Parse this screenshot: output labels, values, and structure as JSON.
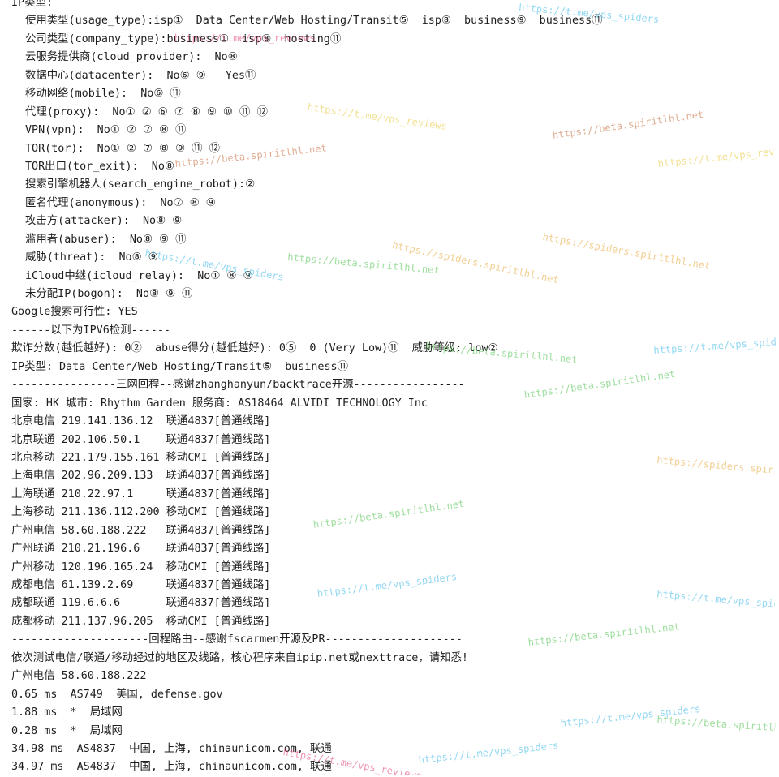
{
  "terminal": {
    "lines": [
      {
        "text": "IP类型:",
        "indent": false
      },
      {
        "text": "使用类型(usage_type):isp①  Data Center/Web Hosting/Transit⑤  isp⑧  business⑨  business⑪",
        "indent": true
      },
      {
        "text": "公司类型(company_type):business①  isp⑧  hosting⑪",
        "indent": true
      },
      {
        "text": "云服务提供商(cloud_provider):  No⑧",
        "indent": true
      },
      {
        "text": "数据中心(datacenter):  No⑥ ⑨   Yes⑪",
        "indent": true
      },
      {
        "text": "移动网络(mobile):  No⑥ ⑪",
        "indent": true
      },
      {
        "text": "代理(proxy):  No① ② ⑥ ⑦ ⑧ ⑨ ⑩ ⑪ ⑫",
        "indent": true
      },
      {
        "text": "VPN(vpn):  No① ② ⑦ ⑧ ⑪",
        "indent": true
      },
      {
        "text": "TOR(tor):  No① ② ⑦ ⑧ ⑨ ⑪ ⑫",
        "indent": true
      },
      {
        "text": "TOR出口(tor_exit):  No⑧",
        "indent": true
      },
      {
        "text": "搜索引擎机器人(search_engine_robot):②",
        "indent": true
      },
      {
        "text": "匿名代理(anonymous):  No⑦ ⑧ ⑨",
        "indent": true
      },
      {
        "text": "攻击方(attacker):  No⑧ ⑨",
        "indent": true
      },
      {
        "text": "滥用者(abuser):  No⑧ ⑨ ⑪",
        "indent": true
      },
      {
        "text": "威胁(threat):  No⑧ ⑨",
        "indent": true
      },
      {
        "text": "iCloud中继(icloud_relay):  No① ⑧ ⑨",
        "indent": true
      },
      {
        "text": "未分配IP(bogon):  No⑧ ⑨ ⑪",
        "indent": true
      },
      {
        "text": "Google搜索可行性: YES",
        "indent": false
      },
      {
        "text": "------以下为IPV6检测------",
        "indent": false
      },
      {
        "text": "欺诈分数(越低越好): 0②  abuse得分(越低越好): 0⑤  0 (Very Low)⑪  威胁等级: low②",
        "indent": false
      },
      {
        "text": "IP类型: Data Center/Web Hosting/Transit⑤  business⑪",
        "indent": false
      },
      {
        "text": "----------------三网回程--感谢zhanghanyun/backtrace开源-----------------",
        "indent": false
      },
      {
        "text": "国家: HK 城市: Rhythm Garden 服务商: AS18464 ALVIDI TECHNOLOGY Inc",
        "indent": false
      },
      {
        "text": "北京电信 219.141.136.12  联通4837[普通线路]",
        "indent": false
      },
      {
        "text": "北京联通 202.106.50.1    联通4837[普通线路]",
        "indent": false
      },
      {
        "text": "北京移动 221.179.155.161 移动CMI [普通线路]",
        "indent": false
      },
      {
        "text": "上海电信 202.96.209.133  联通4837[普通线路]",
        "indent": false
      },
      {
        "text": "上海联通 210.22.97.1     联通4837[普通线路]",
        "indent": false
      },
      {
        "text": "上海移动 211.136.112.200 移动CMI [普通线路]",
        "indent": false
      },
      {
        "text": "广州电信 58.60.188.222   联通4837[普通线路]",
        "indent": false
      },
      {
        "text": "广州联通 210.21.196.6    联通4837[普通线路]",
        "indent": false
      },
      {
        "text": "广州移动 120.196.165.24  移动CMI [普通线路]",
        "indent": false
      },
      {
        "text": "成都电信 61.139.2.69     联通4837[普通线路]",
        "indent": false
      },
      {
        "text": "成都联通 119.6.6.6       联通4837[普通线路]",
        "indent": false
      },
      {
        "text": "成都移动 211.137.96.205  移动CMI [普通线路]",
        "indent": false
      },
      {
        "text": "---------------------回程路由--感谢fscarmen开源及PR---------------------",
        "indent": false
      },
      {
        "text": "依次测试电信/联通/移动经过的地区及线路，核心程序来自ipip.net或nexttrace，请知悉!",
        "indent": false
      },
      {
        "text": "广州电信 58.60.188.222",
        "indent": false
      },
      {
        "text": "0.65 ms  AS749  美国, defense.gov",
        "indent": false
      },
      {
        "text": "1.88 ms  *  局域网",
        "indent": false
      },
      {
        "text": "0.28 ms  *  局域网",
        "indent": false
      },
      {
        "text": "34.98 ms  AS4837  中国, 上海, chinaunicom.com, 联通",
        "indent": false
      },
      {
        "text": "34.97 ms  AS4837  中国, 上海, chinaunicom.com, 联通",
        "indent": false
      }
    ]
  },
  "watermarks": [
    {
      "text": "https://t.me/vps_reviews",
      "color": "#e23b6f"
    },
    {
      "text": "https://t.me/vps_spiders",
      "color": "#3ab7e8"
    },
    {
      "text": "https://beta.spiritlhl.net",
      "color": "#4fc34f"
    },
    {
      "text": "https://spiders.spiritlhl.net",
      "color": "#e8a73a"
    },
    {
      "text": "https://t.me/vps_reviews",
      "color": "#e8c83a"
    },
    {
      "text": "https://beta.spiritlhl.net",
      "color": "#c76a3a"
    }
  ]
}
